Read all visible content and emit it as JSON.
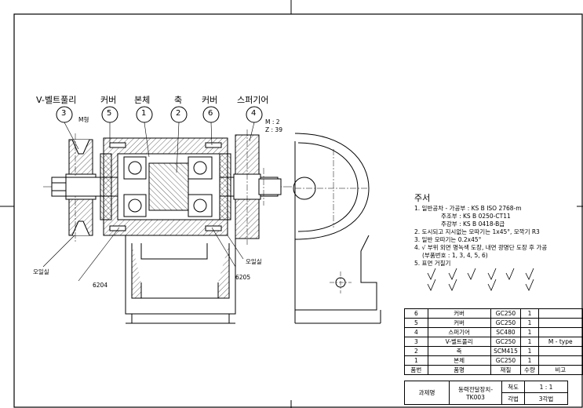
{
  "callouts": [
    {
      "label": "V-벨트풀리",
      "num": "3"
    },
    {
      "label": "커버",
      "num": "5"
    },
    {
      "label": "본체",
      "num": "1"
    },
    {
      "label": "축",
      "num": "2"
    },
    {
      "label": "커버",
      "num": "6"
    },
    {
      "label": "스퍼기어",
      "num": "4"
    }
  ],
  "annotations": {
    "belt_type": "M형",
    "gear_module": "M : 2",
    "gear_teeth": "Z : 39",
    "oil_seal_left": "오일실",
    "oil_seal_right": "오일실",
    "bearing_left": "6204",
    "bearing_right": "6205"
  },
  "notes": {
    "title": "주서",
    "items": [
      "1. 일반공차 - 가공부 : KS B ISO 2768-m",
      "주조부 : KS B 0250-CT11",
      "주강부 : KS B 0418-B급",
      "2. 도시되고 지시없는 모따기는 1x45°, 모깍기 R3",
      "3. 일반 모따기는 0.2x45°",
      "4. √ 부위 외면 명녹색 도장, 내면 광명단 도장 후 가공",
      "(부품번호 : 1, 3, 4, 5, 6)",
      "5. 표면 거칠기"
    ]
  },
  "bom": {
    "rows": [
      [
        "6",
        "커버",
        "GC250",
        "1",
        ""
      ],
      [
        "5",
        "커버",
        "GC250",
        "1",
        ""
      ],
      [
        "4",
        "스퍼기어",
        "SC480",
        "1",
        ""
      ],
      [
        "3",
        "V-벨트풀리",
        "GC250",
        "1",
        "M - type"
      ],
      [
        "2",
        "축",
        "SCM415",
        "1",
        ""
      ],
      [
        "1",
        "본체",
        "GC250",
        "1",
        ""
      ]
    ],
    "header": [
      "품번",
      "품명",
      "재질",
      "수량",
      "비고"
    ]
  },
  "title_block": {
    "assignment": "과제명",
    "name": "동력전달장치-TK003",
    "scale_label": "척도",
    "scale": "1 : 1",
    "projection_label": "각법",
    "projection": "3각법"
  }
}
